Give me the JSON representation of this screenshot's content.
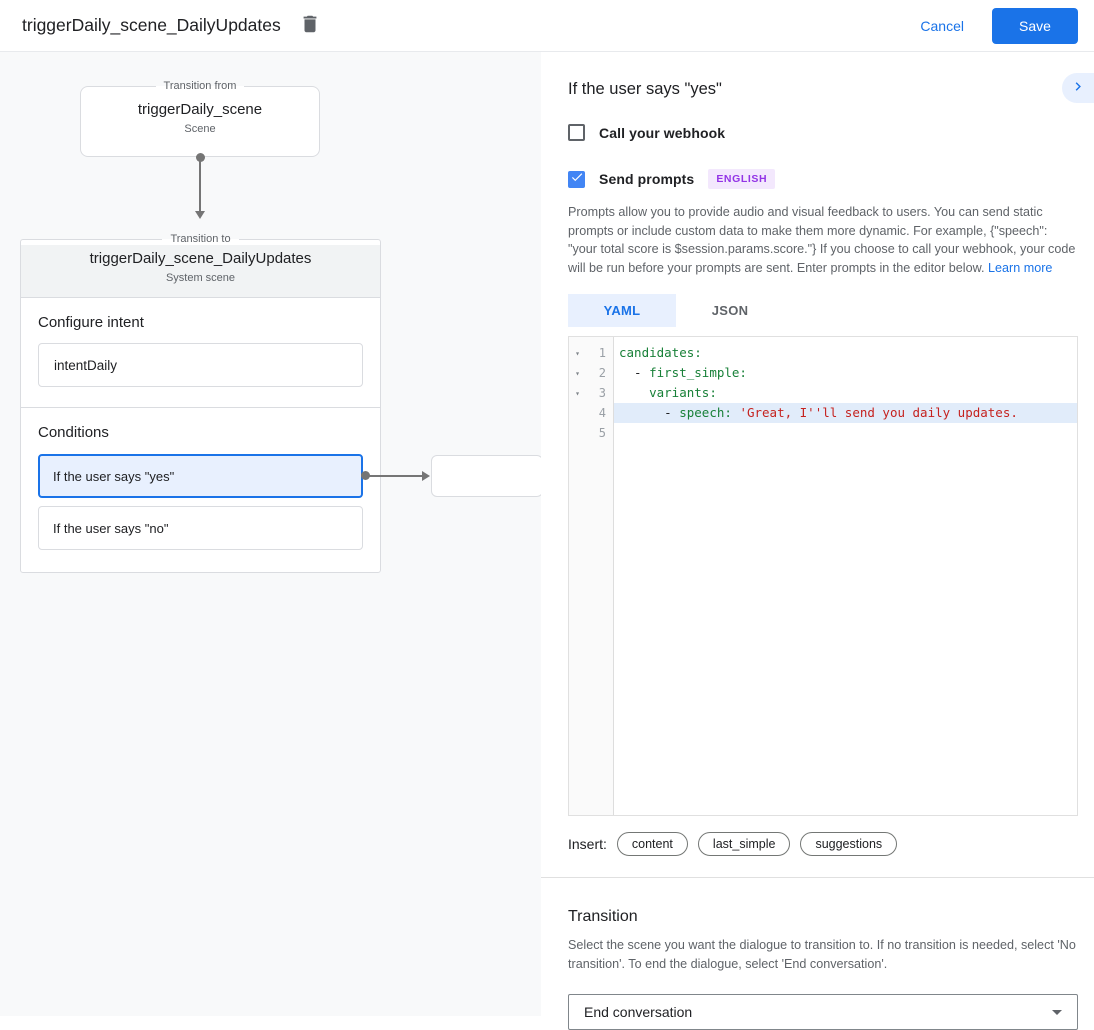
{
  "header": {
    "title": "triggerDaily_scene_DailyUpdates",
    "cancel_label": "Cancel",
    "save_label": "Save"
  },
  "diagram": {
    "from_box": {
      "legend": "Transition from",
      "title": "triggerDaily_scene",
      "subtitle": "Scene"
    },
    "to_card": {
      "legend": "Transition to",
      "title": "triggerDaily_scene_DailyUpdates",
      "subtitle": "System scene",
      "intent_heading": "Configure intent",
      "intent_value": "intentDaily",
      "conditions_heading": "Conditions",
      "conditions": [
        {
          "label": "If the user says \"yes\"",
          "selected": true
        },
        {
          "label": "If the user says \"no\"",
          "selected": false
        }
      ]
    }
  },
  "panel": {
    "heading": "If the user says \"yes\"",
    "webhook_checkbox": {
      "label": "Call your webhook",
      "checked": false
    },
    "prompts_checkbox": {
      "label": "Send prompts",
      "checked": true,
      "badge": "ENGLISH"
    },
    "description": "Prompts allow you to provide audio and visual feedback to users. You can send static prompts or include custom data to make them more dynamic. For example, {\"speech\": \"your total score is $session.params.score.\"} If you choose to call your webhook, your code will be run before your prompts are sent. Enter prompts in the editor below. ",
    "learn_more_label": "Learn more",
    "tabs": [
      {
        "label": "YAML",
        "active": true
      },
      {
        "label": "JSON",
        "active": false
      }
    ],
    "editor": {
      "lines": [
        {
          "num": "1",
          "fold": true,
          "highlight": false,
          "segments": [
            {
              "t": "candidates:",
              "c": "key"
            }
          ]
        },
        {
          "num": "2",
          "fold": true,
          "highlight": false,
          "segments": [
            {
              "t": "  - ",
              "c": "plain"
            },
            {
              "t": "first_simple:",
              "c": "key"
            }
          ]
        },
        {
          "num": "3",
          "fold": true,
          "highlight": false,
          "segments": [
            {
              "t": "    ",
              "c": "plain"
            },
            {
              "t": "variants:",
              "c": "key"
            }
          ]
        },
        {
          "num": "4",
          "fold": false,
          "highlight": true,
          "segments": [
            {
              "t": "      - ",
              "c": "plain"
            },
            {
              "t": "speech:",
              "c": "key"
            },
            {
              "t": " ",
              "c": "plain"
            },
            {
              "t": "'Great, I''ll send you daily updates.",
              "c": "str"
            }
          ]
        },
        {
          "num": "5",
          "fold": false,
          "highlight": false,
          "segments": []
        }
      ]
    },
    "insert": {
      "label": "Insert:",
      "chips": [
        "content",
        "last_simple",
        "suggestions"
      ]
    },
    "transition": {
      "heading": "Transition",
      "description": "Select the scene you want the dialogue to transition to. If no transition is needed, select 'No transition'. To end the dialogue, select 'End conversation'.",
      "selected_value": "End conversation"
    }
  },
  "colors": {
    "accent_blue": "#1a73e8",
    "checkbox_blue": "#4285f4",
    "badge_purple_bg": "#f3e8fd",
    "badge_purple_text": "#9334e6",
    "selected_condition_bg": "#e8f0fe",
    "code_key_green": "#188038",
    "code_string_red": "#c5221f",
    "active_line_bg": "#e1ecfa",
    "panel_bg_gray": "#f8f9fa"
  }
}
